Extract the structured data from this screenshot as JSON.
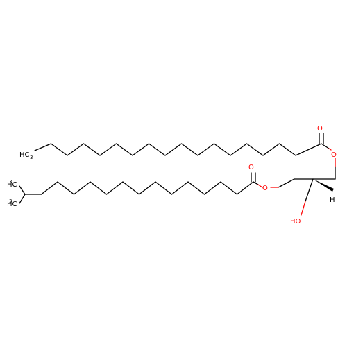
{
  "molecule": {
    "labels": {
      "o_carbonyl_1": "O",
      "o_ester_1": "O",
      "ch3_top_main": "H",
      "ch3_top_c": "C",
      "ch3_top_sub": "3",
      "o_carbonyl_2": "O",
      "o_ester_2": "O",
      "ch3_branch1_main": "H",
      "ch3_branch1_c": "C",
      "ch3_branch1_sub": "3",
      "ch3_branch2_main": "H",
      "ch3_branch2_c": "C",
      "ch3_branch2_sub": "3",
      "hydroxyl": "HO",
      "stereo_h": "H"
    },
    "colors": {
      "bond": "#000000",
      "oxygen": "#ff0000",
      "carbon": "#000000"
    }
  }
}
